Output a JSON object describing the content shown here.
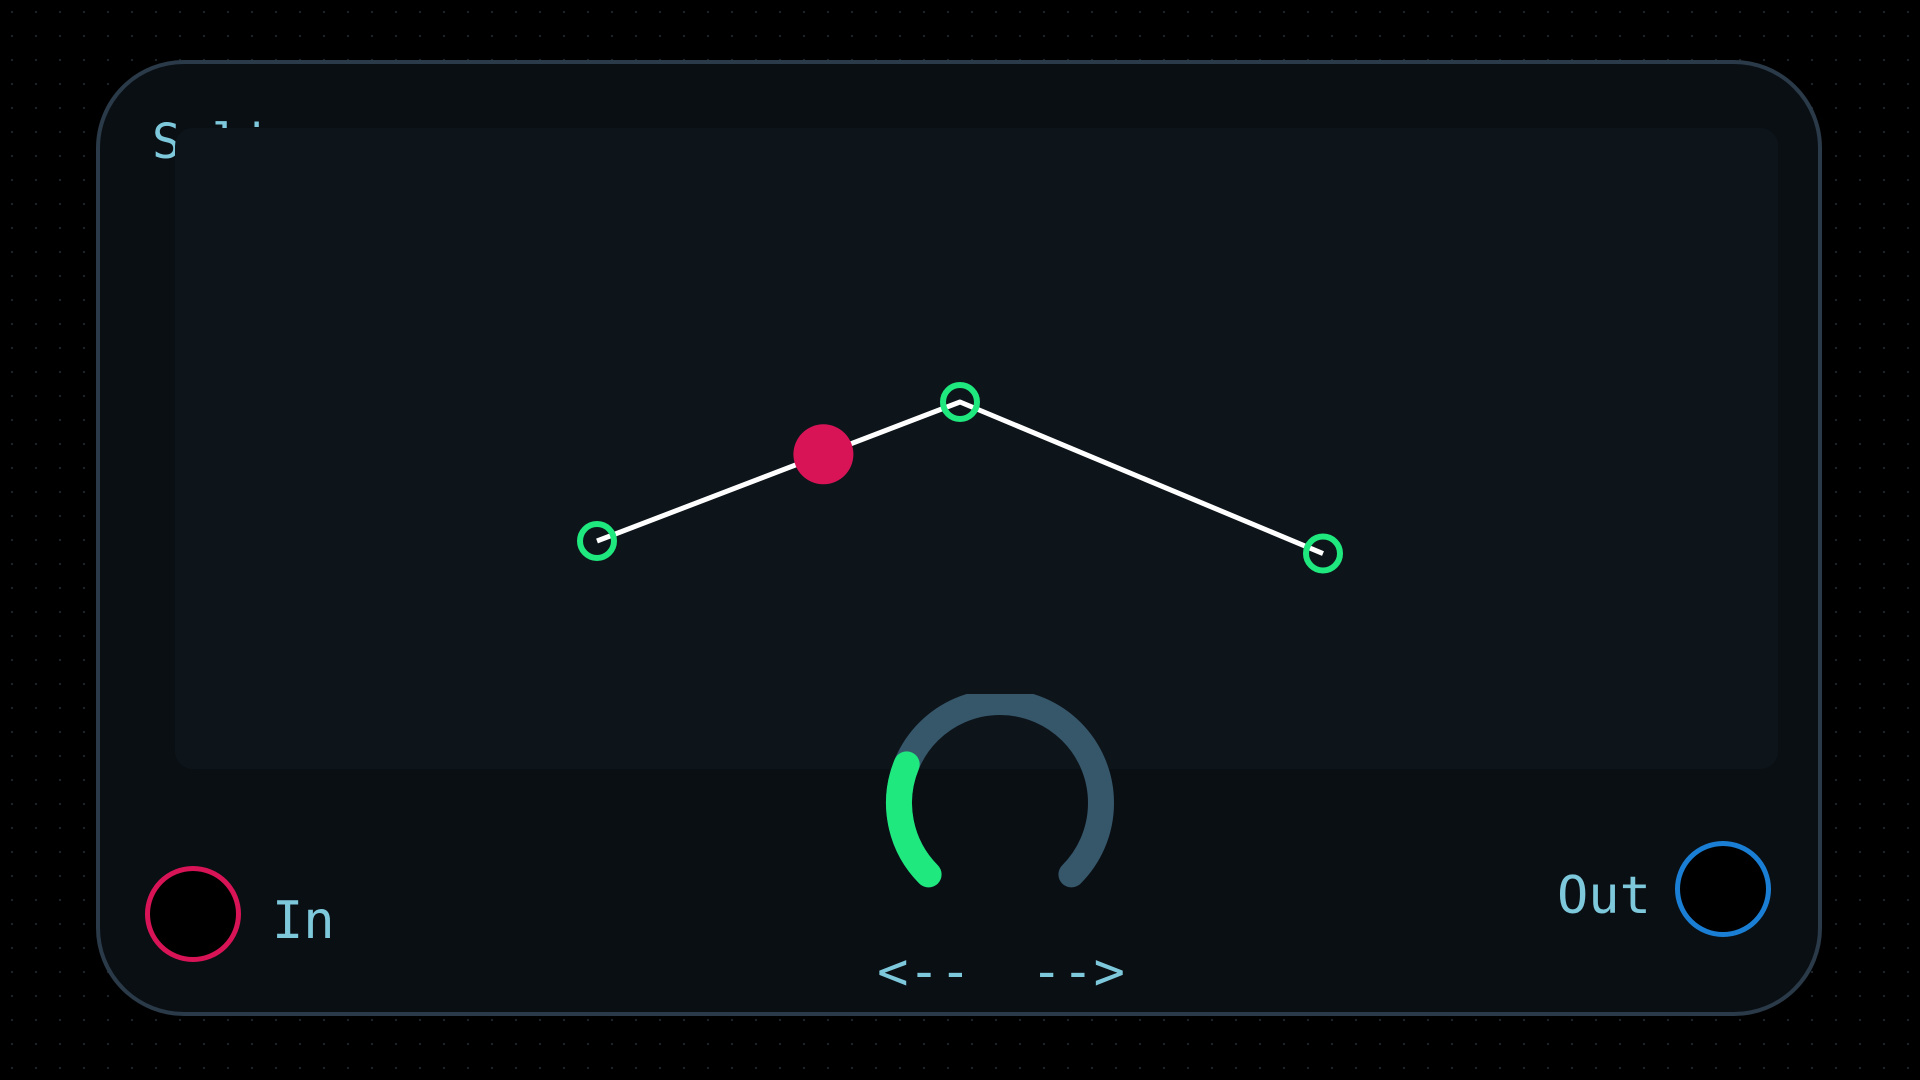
{
  "node": {
    "title": "Spline"
  },
  "spline": {
    "control_points": [
      {
        "id": "p1",
        "x": 0.0,
        "y": 0.0
      },
      {
        "id": "p2",
        "x": 0.5,
        "y": 1.0
      },
      {
        "id": "p3",
        "x": 1.0,
        "y": -0.09
      }
    ],
    "playhead_t": 0.31
  },
  "knob": {
    "value": 0.25
  },
  "nav": {
    "prev_label": "<--",
    "next_label": "-->"
  },
  "ports": {
    "input_label": "In",
    "output_label": "Out"
  },
  "colors": {
    "accent_green": "#1ee87e",
    "playhead_pink": "#d81457",
    "input_port": "#d81457",
    "output_port": "#1a7fd4",
    "text_cyan": "#7ec8dc",
    "knob_track": "#36566a",
    "curve_line": "#ffffff"
  },
  "icons": {
    "input_port": "circle-port-icon",
    "output_port": "circle-port-icon",
    "control_point": "ring-handle-icon",
    "playhead": "dot-icon"
  }
}
